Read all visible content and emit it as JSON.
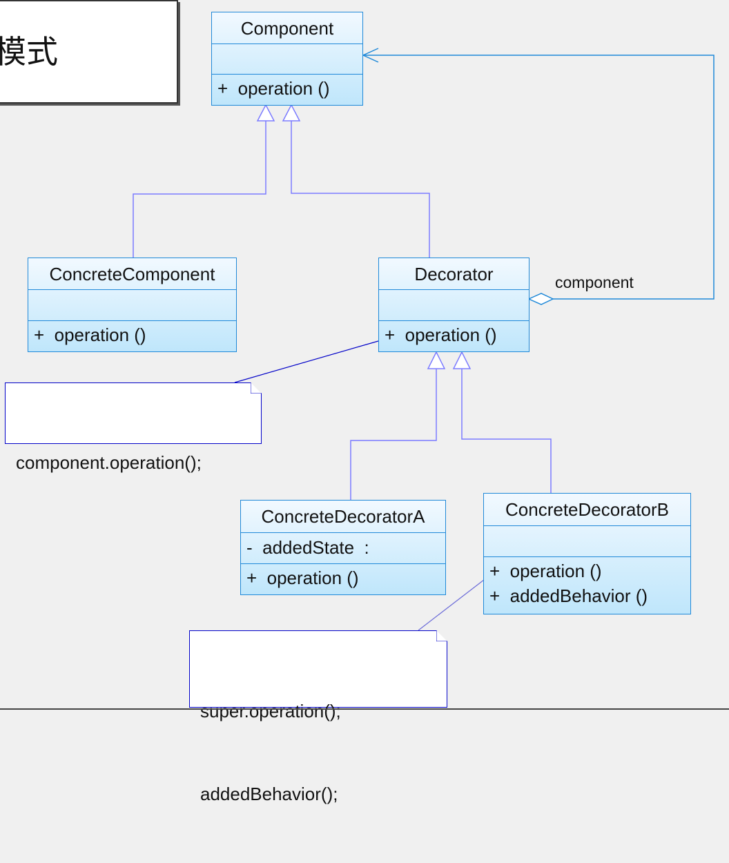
{
  "title": "模式",
  "classes": {
    "component": {
      "name": "Component",
      "attributes": [],
      "operations": [
        "+  operation ()"
      ]
    },
    "concrete_component": {
      "name": "ConcreteComponent",
      "attributes": [],
      "operations": [
        "+  operation ()"
      ]
    },
    "decorator": {
      "name": "Decorator",
      "attributes": [],
      "operations": [
        "+  operation ()"
      ]
    },
    "concrete_decorator_a": {
      "name": "ConcreteDecoratorA",
      "attributes": [
        "-  addedState  :"
      ],
      "operations": [
        "+  operation ()"
      ]
    },
    "concrete_decorator_b": {
      "name": "ConcreteDecoratorB",
      "attributes": [],
      "operations": [
        "+  operation ()",
        "+  addedBehavior ()"
      ]
    }
  },
  "association_label": "component",
  "notes": {
    "decorator_note": [
      "component.operation();"
    ],
    "decorator_b_note": [
      "super.operation();",
      "addedBehavior();"
    ]
  },
  "colors": {
    "class_border": "#1e88d8",
    "inheritance_line": "#7b7bff",
    "association_line": "#1e88d8",
    "note_border": "#0000c8"
  }
}
